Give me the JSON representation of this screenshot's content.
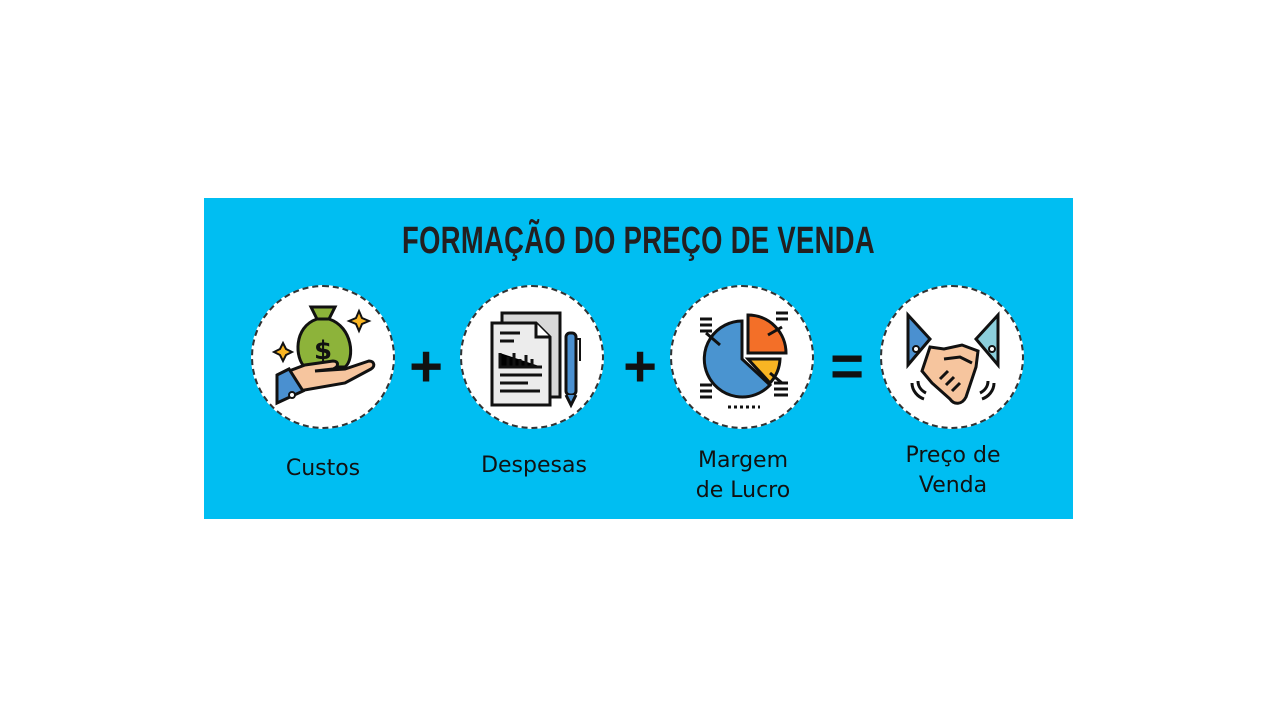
{
  "title": "FORMAÇÃO DO PREÇO DE VENDA",
  "items": [
    {
      "label": "Custos",
      "icon": "money-bag-hand-icon"
    },
    {
      "label": "Despesas",
      "icon": "documents-pen-icon"
    },
    {
      "label_line1": "Margem",
      "label_line2": "de Lucro",
      "icon": "pie-chart-icon"
    },
    {
      "label_line1": "Preço de",
      "label_line2": "Venda",
      "icon": "handshake-icon"
    }
  ],
  "operators": {
    "plus": "+",
    "equals": "="
  },
  "colors": {
    "background": "#00bef2",
    "title": "#231f20"
  }
}
